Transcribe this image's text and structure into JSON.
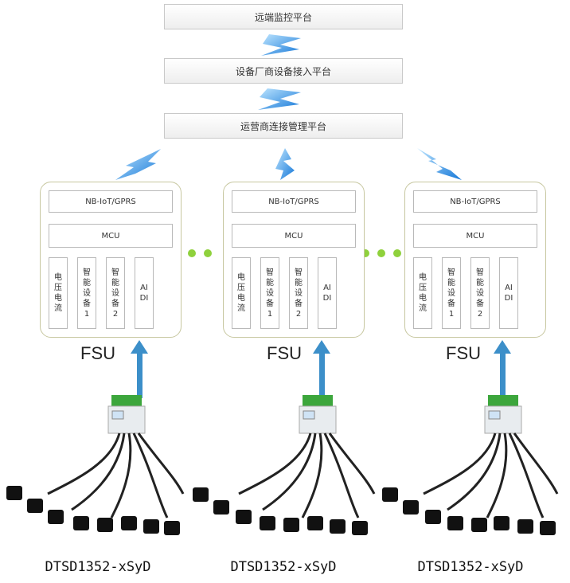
{
  "platforms": [
    {
      "label": "远端监控平台"
    },
    {
      "label": "设备厂商设备接入平台"
    },
    {
      "label": "运营商连接管理平台"
    }
  ],
  "fsu_units": [
    {
      "comm": "NB-IoT/GPRS",
      "mcu": "MCU",
      "cells": [
        "电压电流",
        "智能设备1",
        "智能设备2",
        "AI DI"
      ],
      "label": "FSU",
      "device": "DTSD1352-xSyD"
    },
    {
      "comm": "NB-IoT/GPRS",
      "mcu": "MCU",
      "cells": [
        "电压电流",
        "智能设备1",
        "智能设备2",
        "AI DI"
      ],
      "label": "FSU",
      "device": "DTSD1352-xSyD"
    },
    {
      "comm": "NB-IoT/GPRS",
      "mcu": "MCU",
      "cells": [
        "电压电流",
        "智能设备1",
        "智能设备2",
        "AI DI"
      ],
      "label": "FSU",
      "device": "DTSD1352-xSyD"
    }
  ],
  "colors": {
    "lightning": "#1e8fe6",
    "arrow": "#3c8fc9",
    "dots": "#8fd13c",
    "meter_green": "#3ca63c"
  }
}
